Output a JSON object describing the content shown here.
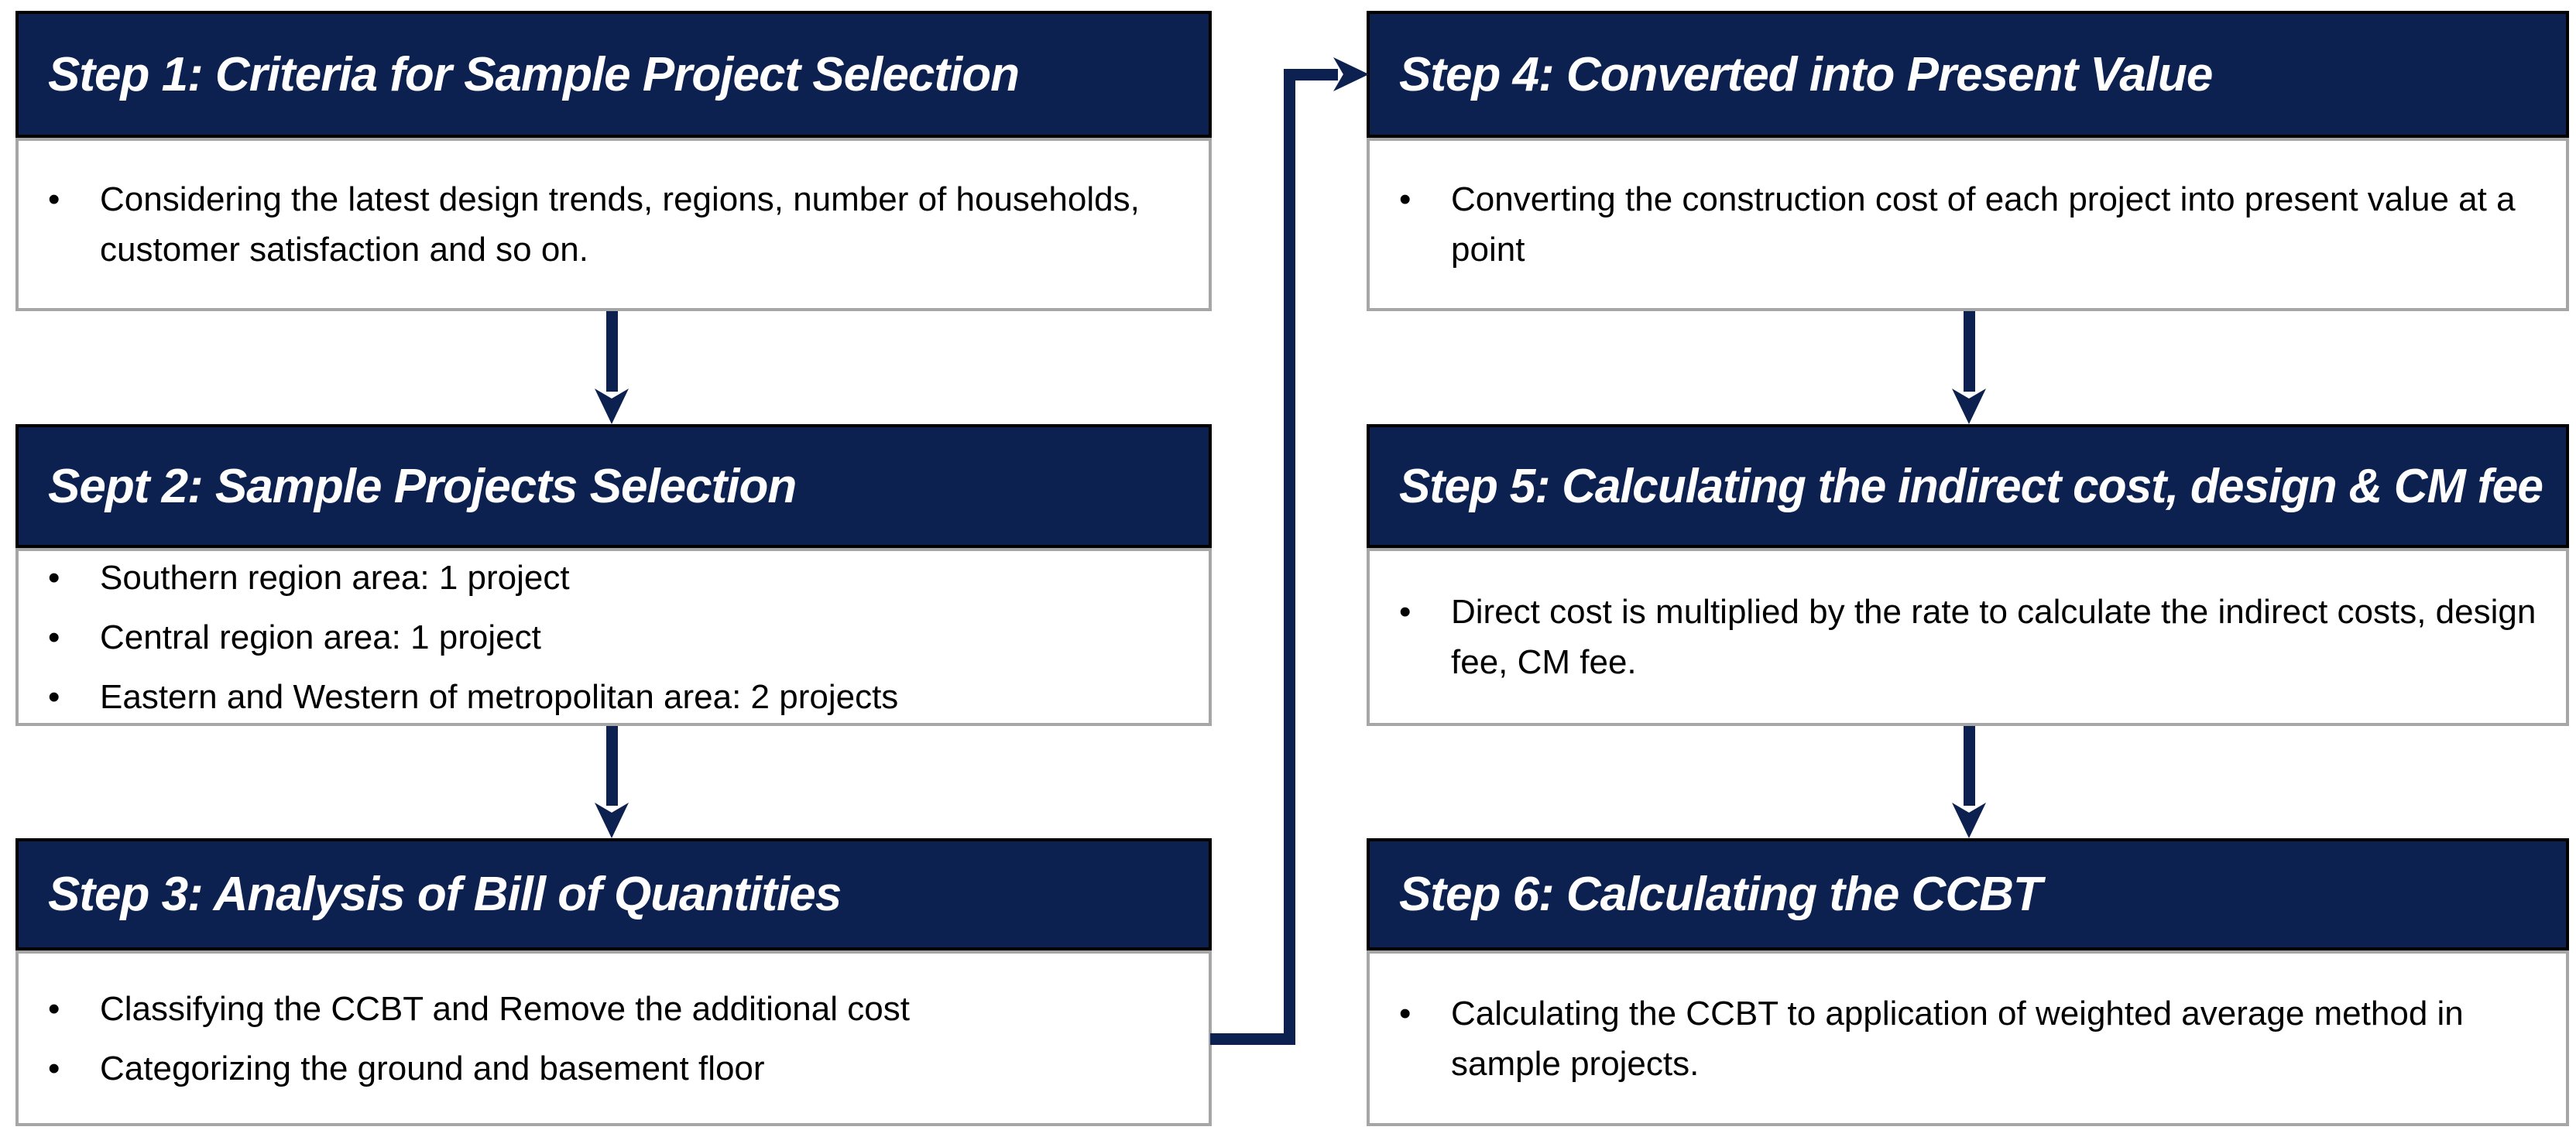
{
  "colors": {
    "header_bg": "#0d2150",
    "header_border": "#000000",
    "header_text": "#ffffff",
    "body_bg": "#ffffff",
    "body_border": "#a6a6a6",
    "body_text": "#000000",
    "arrow": "#0d2150"
  },
  "steps": [
    {
      "title": "Step 1: Criteria for Sample Project Selection",
      "bullets": [
        "Considering the latest design trends, regions, number of households, customer satisfaction and so on."
      ]
    },
    {
      "title": "Sept 2: Sample Projects Selection",
      "bullets": [
        "Southern region area: 1 project",
        "Central region area: 1 project",
        "Eastern and Western of metropolitan area: 2 projects"
      ]
    },
    {
      "title": "Step 3: Analysis of Bill of Quantities",
      "bullets": [
        "Classifying the CCBT and Remove the additional cost",
        "Categorizing the ground and basement floor"
      ]
    },
    {
      "title": "Step 4: Converted into Present Value",
      "bullets": [
        "Converting the construction cost of each project into present value at a point"
      ]
    },
    {
      "title": "Step 5: Calculating the indirect cost, design & CM fee",
      "bullets": [
        "Direct cost is multiplied by the rate to calculate the indirect costs, design fee, CM fee."
      ]
    },
    {
      "title": "Step 6: Calculating the CCBT",
      "bullets": [
        "Calculating the CCBT to application of weighted average method in sample projects."
      ]
    }
  ]
}
